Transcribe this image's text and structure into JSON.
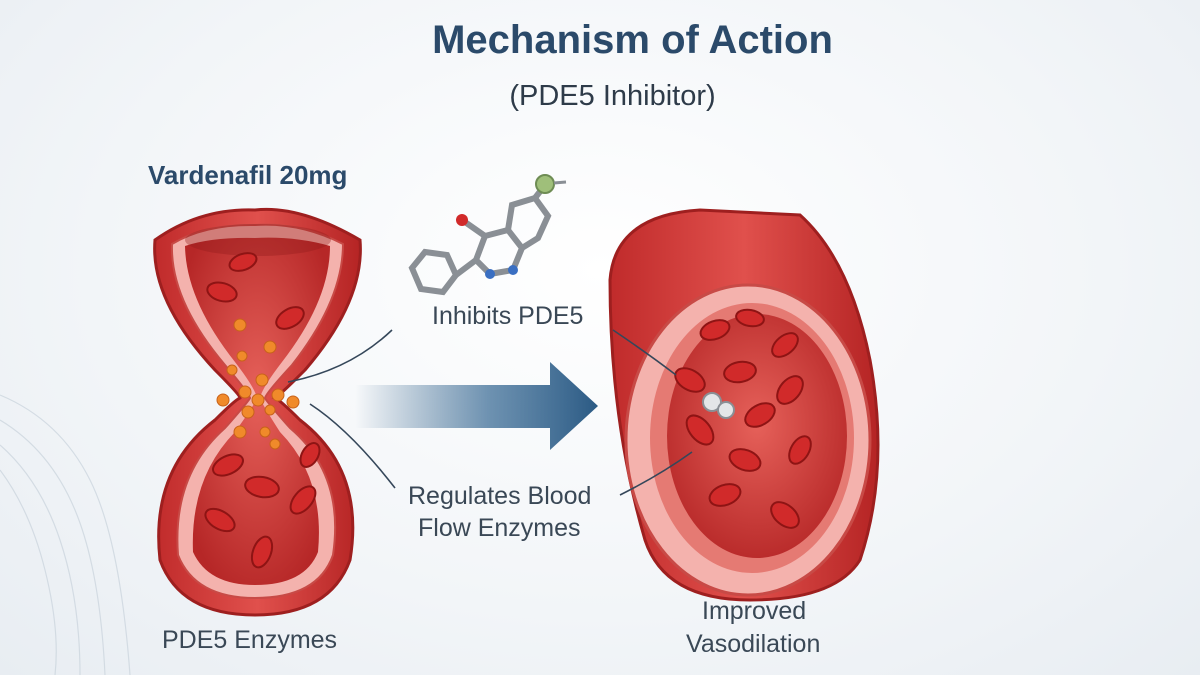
{
  "title": "Mechanism of Action",
  "subtitle": "(PDE5 Inhibitor)",
  "drug_label": "Vardenafil 20mg",
  "labels": {
    "inhibits": "Inhibits PDE5",
    "regulates_line1": "Regulates Blood",
    "regulates_line2": "Flow Enzymes",
    "enzymes": "PDE5 Enzymes",
    "improved_line1": "Improved",
    "improved_line2": "Vasodilation"
  },
  "colors": {
    "title": "#2b4a6a",
    "vessel": "#d6403f",
    "vessel_inner": "#f0a3a0",
    "blood_cell": "#d22a2a",
    "enzyme": "#f08a2a",
    "arrow": "#2e5d86"
  }
}
